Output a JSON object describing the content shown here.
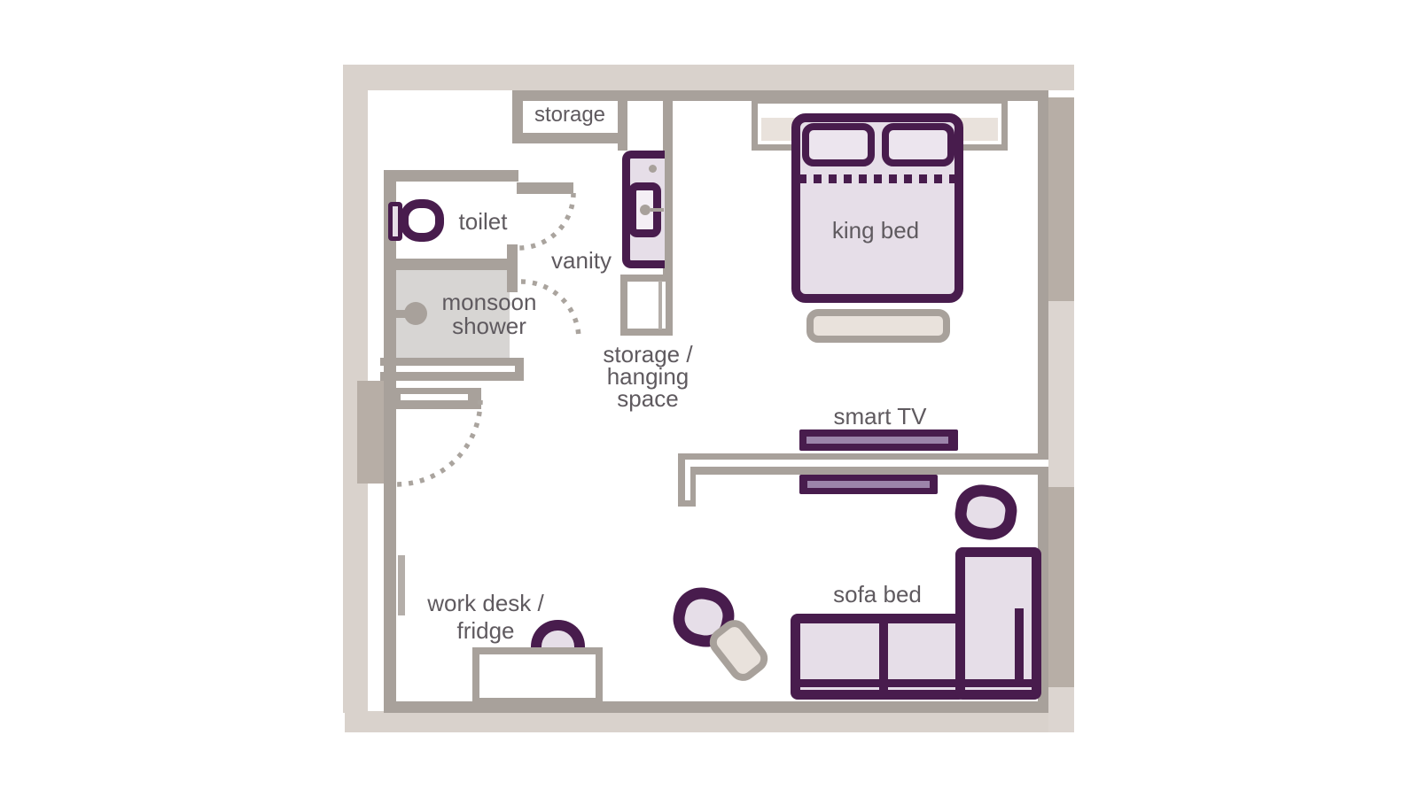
{
  "plan": {
    "type": "hotel-studio-floor-plan",
    "labels": {
      "storage": "storage",
      "toilet": "toilet",
      "vanity": "vanity",
      "monsoon_shower": [
        "monsoon",
        "shower"
      ],
      "storage_hanging": [
        "storage /",
        "hanging",
        "space"
      ],
      "king_bed": "king bed",
      "smart_tv": "smart TV",
      "sofa_bed": "sofa bed",
      "work_desk": [
        "work desk /",
        "fridge"
      ]
    },
    "colors": {
      "furniture_outline_purple": "#481c4d",
      "furniture_fill_lavender": "#e6dee8",
      "tv_inner_stripe": "#9c84aa",
      "wall_gray": "#a8a19b",
      "exterior_band_beige": "#d9d2cc",
      "exterior_block_taupe": "#b7aea6",
      "exterior_block_light": "#dcd5d0",
      "soft_furnishing_beige": "#e9e2dc",
      "shower_floor_gray": "#d7d5d3",
      "label_text_gray": "#5f5a5f"
    }
  }
}
